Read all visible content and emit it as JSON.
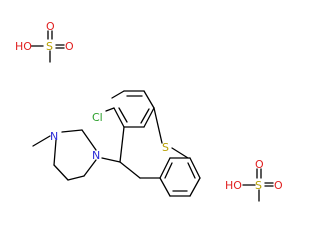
{
  "structure": {
    "atoms": {
      "cl": "Cl",
      "s": "S",
      "n_top": "N",
      "n_bottom": "N",
      "msa1_ho": "HO",
      "msa1_s": "S",
      "msa1_o_right": "O",
      "msa1_o_top": "O",
      "msa2_ho": "HO",
      "msa2_s": "S",
      "msa2_o_right": "O",
      "msa2_o_top": "O"
    },
    "colors": {
      "bond": "#000000",
      "carbon_text": "#000000",
      "chlorine": "#2ca02c",
      "sulfur": "#b8a000",
      "nitrogen": "#2b2bd6",
      "oxygen": "#e02020"
    }
  }
}
